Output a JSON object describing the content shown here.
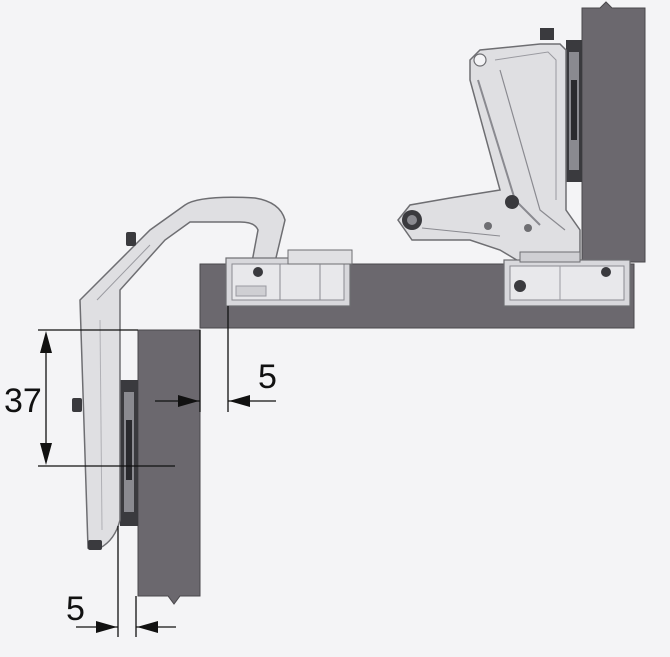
{
  "dimensions": {
    "height_37": "37",
    "gap_5_top": "5",
    "gap_5_bottom": "5"
  },
  "colors": {
    "background": "#f4f4f6",
    "panel": "#6b686e",
    "panel_edge": "#4a484c",
    "arm_fill": "#dfdfe2",
    "arm_stroke": "#6e6e72",
    "plate_fill": "#cfcfd3",
    "line": "#111111",
    "dark_part": "#3a3a3e"
  }
}
